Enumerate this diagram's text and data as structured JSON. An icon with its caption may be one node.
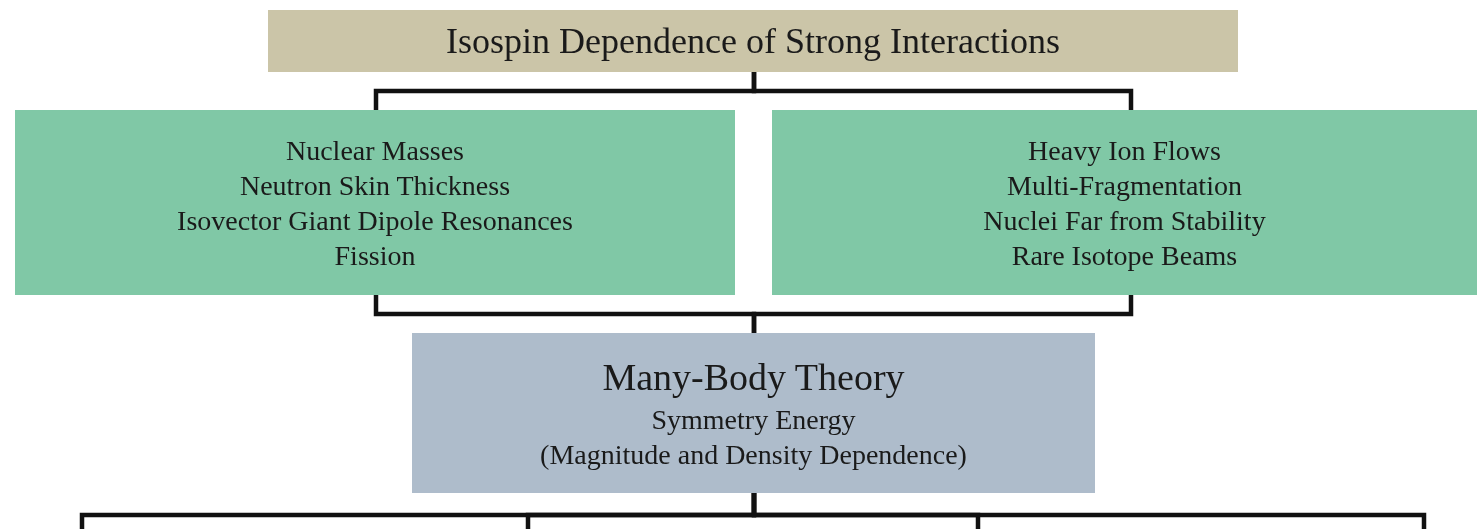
{
  "diagram": {
    "nodes": [
      {
        "text": [
          "Isospin Dependence of Strong Interactions"
        ]
      },
      {
        "text": [
          "Nuclear Masses",
          "Neutron Skin Thickness",
          "Isovector Giant Dipole Resonances",
          "Fission"
        ]
      },
      {
        "text": [
          "Heavy Ion Flows",
          "Multi-Fragmentation",
          "Nuclei Far from Stability",
          "Rare Isotope Beams"
        ]
      },
      {
        "text": [
          "Many-Body Theory",
          "Symmetry Energy",
          "(Magnitude and Density Dependence)"
        ]
      }
    ],
    "edges": [
      {
        "from": 0,
        "to": 1,
        "arrow": "none"
      },
      {
        "from": 0,
        "to": 2,
        "arrow": "none"
      },
      {
        "from": 1,
        "to": 3,
        "arrow": "none"
      },
      {
        "from": 2,
        "to": 3,
        "arrow": "none"
      },
      {
        "from": 3,
        "to": null,
        "arrow": "none"
      },
      {
        "from": 3,
        "to": null,
        "arrow": "none"
      },
      {
        "from": 3,
        "to": null,
        "arrow": "none"
      },
      {
        "from": 3,
        "to": null,
        "arrow": "none"
      }
    ]
  }
}
